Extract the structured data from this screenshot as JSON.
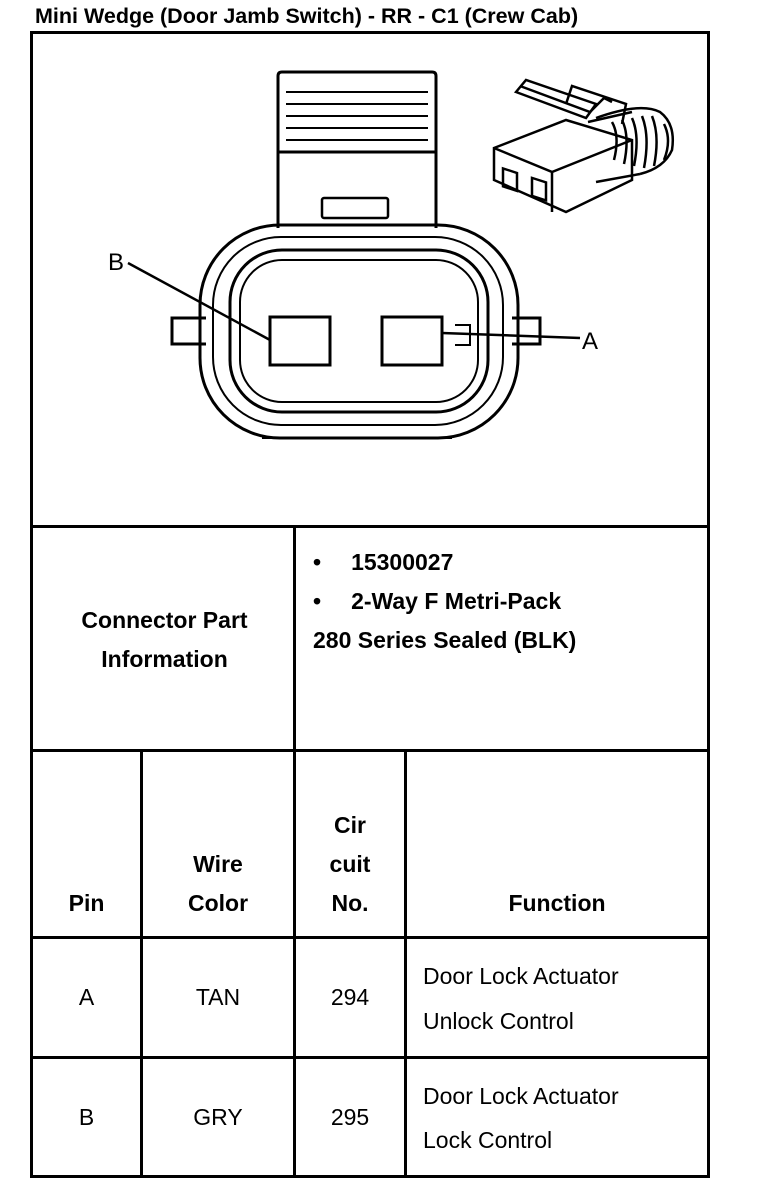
{
  "title": "Mini Wedge (Door Jamb Switch) - RR - C1 (Crew Cab)",
  "diagram": {
    "label_b": "B",
    "label_a": "A"
  },
  "connector_info": {
    "label_line1": "Connector Part",
    "label_line2": "Information",
    "bullet": "•",
    "part_number": "15300027",
    "description_line1": "2-Way F Metri-Pack",
    "description_line2": "280 Series Sealed (BLK)"
  },
  "table": {
    "headers": {
      "pin": "Pin",
      "wire_color_line1": "Wire",
      "wire_color_line2": "Color",
      "circuit_line1": "Cir",
      "circuit_line2": "cuit",
      "circuit_line3": "No.",
      "function": "Function"
    },
    "rows": [
      {
        "pin": "A",
        "wire_color": "TAN",
        "circuit": "294",
        "function_line1": "Door Lock Actuator",
        "function_line2": "Unlock Control"
      },
      {
        "pin": "B",
        "wire_color": "GRY",
        "circuit": "295",
        "function_line1": "Door Lock Actuator",
        "function_line2": "Lock Control"
      }
    ]
  }
}
